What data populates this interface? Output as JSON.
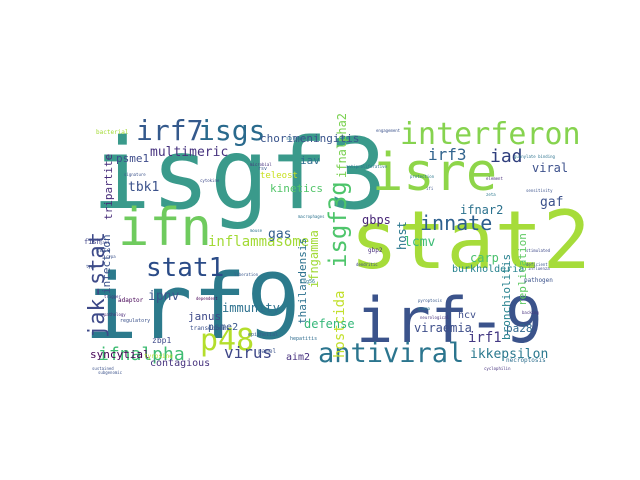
{
  "cloud": {
    "words": [
      {
        "text": "isgf3",
        "color": "#3a9a8b"
      },
      {
        "text": "stat2",
        "color": "#a6dc3a"
      },
      {
        "text": "irf9",
        "color": "#2c7a8c"
      },
      {
        "text": "isre",
        "color": "#8ed549"
      },
      {
        "text": "irf-9",
        "color": "#3b538b"
      },
      {
        "text": "ifn",
        "color": "#6fcb5e"
      },
      {
        "text": "interferon",
        "color": "#86d34f"
      },
      {
        "text": "isgs",
        "color": "#2a6a8d"
      },
      {
        "text": "irf7",
        "color": "#34598c"
      },
      {
        "text": "antiviral",
        "color": "#2b758e"
      },
      {
        "text": "p48",
        "color": "#b4de2c"
      },
      {
        "text": "stat1",
        "color": "#2a4b87"
      },
      {
        "text": "isgf3g",
        "color": "#4ec56b"
      },
      {
        "text": "jak-stat",
        "color": "#3e4a89"
      },
      {
        "text": "innate",
        "color": "#2d5f8e"
      },
      {
        "text": "iad",
        "color": "#2f3e7d"
      },
      {
        "text": "irf3",
        "color": "#32648e"
      },
      {
        "text": "ifnalpha",
        "color": "#3fbc73"
      },
      {
        "text": "inflammasome",
        "color": "#a3da36"
      },
      {
        "text": "virus",
        "color": "#3f4788"
      },
      {
        "text": "multimeric",
        "color": "#46327e"
      },
      {
        "text": "tbk1",
        "color": "#3b528b"
      },
      {
        "text": "psme1",
        "color": "#3e4c8a"
      },
      {
        "text": "gas",
        "color": "#34608d"
      },
      {
        "text": "lcmv",
        "color": "#3cbb75"
      },
      {
        "text": "ipnv",
        "color": "#3a538b"
      },
      {
        "text": "immunity",
        "color": "#2d718e"
      },
      {
        "text": "janus",
        "color": "#3e4a89"
      },
      {
        "text": "hostcida",
        "color": "#c3e02d"
      },
      {
        "text": "defense",
        "color": "#35b779"
      },
      {
        "text": "gbps",
        "color": "#482777"
      },
      {
        "text": "host",
        "color": "#2a778e"
      },
      {
        "text": "ifnar2",
        "color": "#2c728e"
      },
      {
        "text": "irf1",
        "color": "#443983"
      },
      {
        "text": "carp",
        "color": "#4ac16d"
      },
      {
        "text": "ikkepsilon",
        "color": "#2a788e"
      },
      {
        "text": "viraemia",
        "color": "#3d4e8a"
      },
      {
        "text": "pa28",
        "color": "#31678e"
      },
      {
        "text": "viral",
        "color": "#3c508b"
      },
      {
        "text": "gaf",
        "color": "#3b518b"
      },
      {
        "text": "kinetics",
        "color": "#52c569"
      },
      {
        "text": "ifnalpha2",
        "color": "#7ad151"
      },
      {
        "text": "ifngamma",
        "color": "#a2da37"
      },
      {
        "text": "syncytial",
        "color": "#440154"
      },
      {
        "text": "contagious",
        "color": "#46327e"
      },
      {
        "text": "aim2",
        "color": "#46307e"
      },
      {
        "text": "psme2",
        "color": "#38588c"
      },
      {
        "text": "hcv",
        "color": "#3d4d8a"
      },
      {
        "text": "iav",
        "color": "#2e6e8e"
      },
      {
        "text": "tripartite",
        "color": "#472c7a"
      },
      {
        "text": "chorimeningitis",
        "color": "#3a548c"
      },
      {
        "text": "thailandensis",
        "color": "#2c718e"
      },
      {
        "text": "burkholderia",
        "color": "#26828e"
      },
      {
        "text": "replication",
        "color": "#5ec962"
      },
      {
        "text": "bronchiolitis",
        "color": "#26818e"
      },
      {
        "text": "infection",
        "color": "#3b528b"
      },
      {
        "text": "zbp1",
        "color": "#3e4989"
      },
      {
        "text": "teleost",
        "color": "#c8e020"
      },
      {
        "text": "pathogen",
        "color": "#3b528b"
      },
      {
        "text": "fish",
        "color": "#414487"
      },
      {
        "text": "gbp2",
        "color": "#472d7b"
      },
      {
        "text": "isg56",
        "color": "#2a788e"
      },
      {
        "text": "transducers",
        "color": "#3b518b"
      },
      {
        "text": "adaptor",
        "color": "#440154"
      },
      {
        "text": "panel",
        "color": "#3b528b"
      },
      {
        "text": "epithelial",
        "color": "#355f8d"
      },
      {
        "text": "spleen",
        "color": "#2c728e"
      },
      {
        "text": "bacterial",
        "color": "#a5db36"
      },
      {
        "text": "tyrosine",
        "color": "#b5de2b"
      },
      {
        "text": "gate",
        "color": "#3b528b"
      },
      {
        "text": "necroptosis",
        "color": "#2e6f8e"
      },
      {
        "text": "hepatitis",
        "color": "#2f6c8e"
      },
      {
        "text": "regulatory",
        "color": "#3b528b"
      },
      {
        "text": "pathology",
        "color": "#482878"
      },
      {
        "text": "rsv",
        "color": "#38588c"
      },
      {
        "text": "dependent",
        "color": "#440154"
      },
      {
        "text": "cytokine",
        "color": "#3e4989"
      },
      {
        "text": "signature",
        "color": "#3b528b"
      },
      {
        "text": "neurological",
        "color": "#46327e"
      },
      {
        "text": "antiproliferative",
        "color": "#2c718e"
      },
      {
        "text": "influenza",
        "color": "#3e4c8a"
      },
      {
        "text": "guanylate binding",
        "color": "#2c728e"
      },
      {
        "text": "engagement",
        "color": "#3b528b"
      },
      {
        "text": "pyroptosis",
        "color": "#38598c"
      },
      {
        "text": "gamma",
        "color": "#2a788e"
      },
      {
        "text": "trigger",
        "color": "#46327e"
      },
      {
        "text": "cypa",
        "color": "#3b528b"
      },
      {
        "text": "jak1",
        "color": "#3e4989"
      },
      {
        "text": "type",
        "color": "#3b528b"
      },
      {
        "text": "mouse",
        "color": "#2c728e"
      },
      {
        "text": "element",
        "color": "#472d7b"
      },
      {
        "text": "sensitivity",
        "color": "#3b528b"
      },
      {
        "text": "stimulated",
        "color": "#3e4989"
      },
      {
        "text": "deficient",
        "color": "#38588c"
      },
      {
        "text": "zeta",
        "color": "#2a788e"
      },
      {
        "text": "backing",
        "color": "#46327e"
      },
      {
        "text": "subgenomic",
        "color": "#3b528b"
      },
      {
        "text": "macrophages",
        "color": "#2c728e"
      },
      {
        "text": "dendritic",
        "color": "#3e4989"
      },
      {
        "text": "microbial",
        "color": "#46327e"
      },
      {
        "text": "sustained",
        "color": "#3b528b"
      },
      {
        "text": "liberation",
        "color": "#38588c"
      },
      {
        "text": "protection",
        "color": "#2a788e"
      },
      {
        "text": "ifi",
        "color": "#3b528b"
      },
      {
        "text": "cyclophilin",
        "color": "#46327e"
      }
    ]
  }
}
